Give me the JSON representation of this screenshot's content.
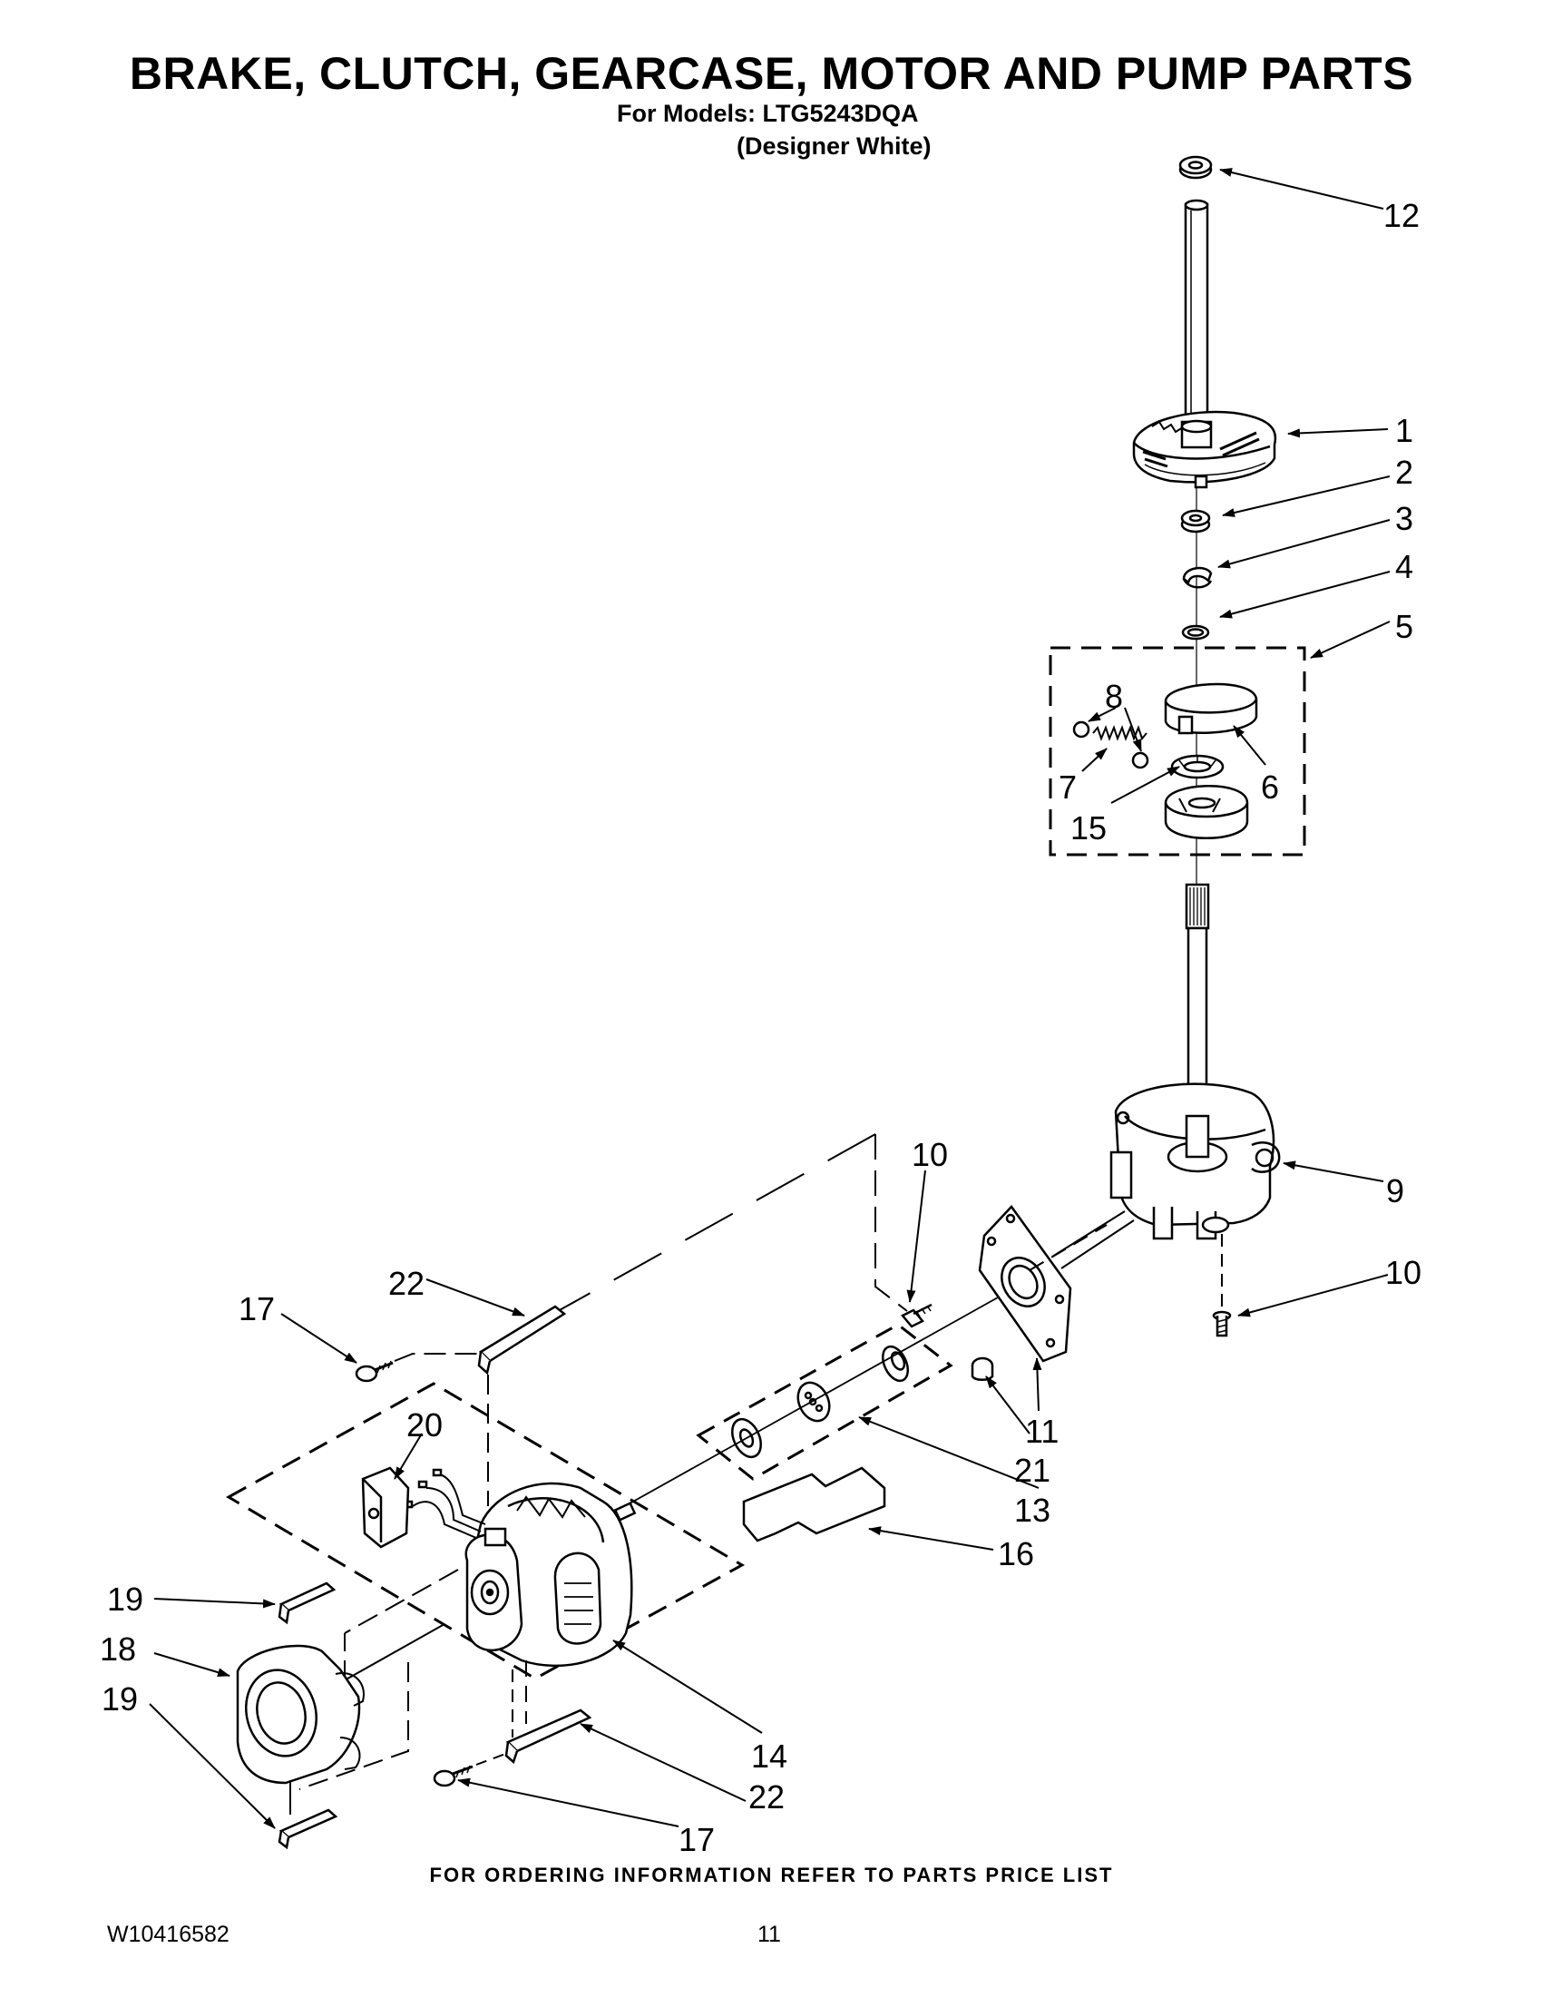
{
  "page": {
    "title": "BRAKE, CLUTCH, GEARCASE, MOTOR AND PUMP PARTS",
    "models_line": "For Models: LTG5243DQA",
    "finish_line": "(Designer White)",
    "footer_note": "FOR ORDERING INFORMATION REFER TO PARTS PRICE LIST",
    "document_number": "W10416582",
    "page_number": "11"
  },
  "callouts": [
    "12",
    "1",
    "2",
    "3",
    "4",
    "5",
    "8",
    "7",
    "6",
    "15",
    "10",
    "9",
    "10",
    "22",
    "17",
    "20",
    "11",
    "21",
    "13",
    "16",
    "19",
    "18",
    "19",
    "14",
    "22",
    "17"
  ]
}
